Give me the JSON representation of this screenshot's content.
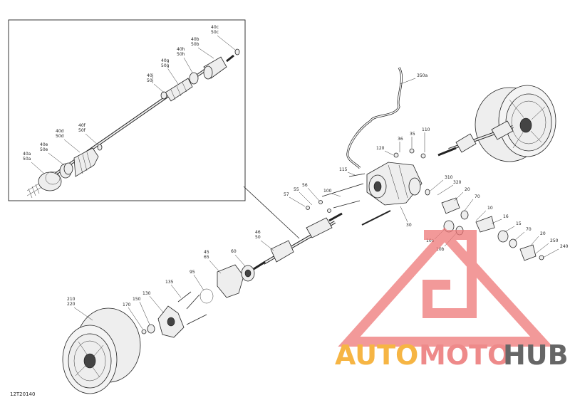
{
  "diagram_code": "12T20140",
  "inset_labels": [
    {
      "id": "40c",
      "t": "40c"
    },
    {
      "id": "50c",
      "t": "50c"
    },
    {
      "id": "40b",
      "t": "40b"
    },
    {
      "id": "50b",
      "t": "50b"
    },
    {
      "id": "40h",
      "t": "40h"
    },
    {
      "id": "50h",
      "t": "50h"
    },
    {
      "id": "40g",
      "t": "40g"
    },
    {
      "id": "50g",
      "t": "50g"
    },
    {
      "id": "40j",
      "t": "40j"
    },
    {
      "id": "50j",
      "t": "50j"
    },
    {
      "id": "40f",
      "t": "40f"
    },
    {
      "id": "50f",
      "t": "50f"
    },
    {
      "id": "40d",
      "t": "40d"
    },
    {
      "id": "50d",
      "t": "50d"
    },
    {
      "id": "40e",
      "t": "40e"
    },
    {
      "id": "50e",
      "t": "50e"
    },
    {
      "id": "40a",
      "t": "40a"
    },
    {
      "id": "50a",
      "t": "50a"
    }
  ],
  "main_labels": [
    {
      "id": "350a",
      "t": "350a"
    },
    {
      "id": "110",
      "t": "110"
    },
    {
      "id": "35",
      "t": "35"
    },
    {
      "id": "36",
      "t": "36"
    },
    {
      "id": "120",
      "t": "120"
    },
    {
      "id": "115",
      "t": "115"
    },
    {
      "id": "310",
      "t": "310"
    },
    {
      "id": "320",
      "t": "320"
    },
    {
      "id": "20a",
      "t": "20"
    },
    {
      "id": "70a",
      "t": "70"
    },
    {
      "id": "10a",
      "t": "10"
    },
    {
      "id": "16",
      "t": "16"
    },
    {
      "id": "15",
      "t": "15"
    },
    {
      "id": "70b",
      "t": "70"
    },
    {
      "id": "20b",
      "t": "20"
    },
    {
      "id": "250",
      "t": "250"
    },
    {
      "id": "240",
      "t": "240"
    },
    {
      "id": "10a2",
      "t": "10a"
    },
    {
      "id": "10b",
      "t": "10b"
    },
    {
      "id": "30",
      "t": "30"
    },
    {
      "id": "100",
      "t": "100"
    },
    {
      "id": "56",
      "t": "56"
    },
    {
      "id": "55",
      "t": "55"
    },
    {
      "id": "57",
      "t": "57"
    },
    {
      "id": "46",
      "t": "46"
    },
    {
      "id": "50",
      "t": "50"
    },
    {
      "id": "45",
      "t": "45"
    },
    {
      "id": "65",
      "t": "65"
    },
    {
      "id": "60",
      "t": "60"
    },
    {
      "id": "95",
      "t": "95"
    },
    {
      "id": "135",
      "t": "135"
    },
    {
      "id": "130",
      "t": "130"
    },
    {
      "id": "150",
      "t": "150"
    },
    {
      "id": "170",
      "t": "170"
    },
    {
      "id": "210",
      "t": "210"
    },
    {
      "id": "220",
      "t": "220"
    }
  ],
  "watermark": {
    "part1": "AUTO",
    "part2": "MOTO",
    "part3": "HUB",
    "color1": "#f6b544",
    "color2": "#ee8a8a",
    "color3": "#666666"
  }
}
